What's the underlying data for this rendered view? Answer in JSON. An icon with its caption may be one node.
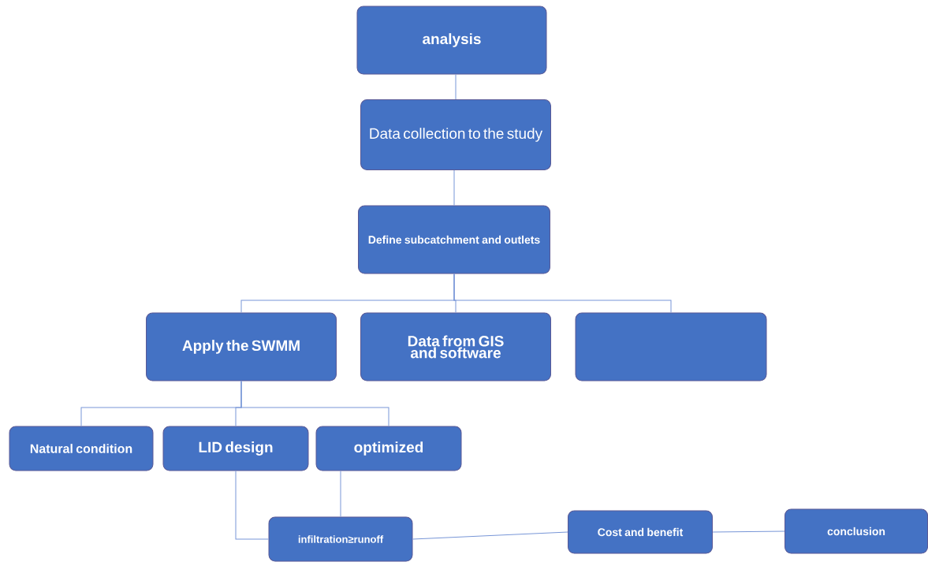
{
  "diagram": {
    "nodes": [
      {
        "text": [
          "analysis"
        ]
      },
      {
        "text": [
          "Data collection to the study"
        ]
      },
      {
        "text": [
          "Define subcatchment and outlets"
        ]
      },
      {
        "text": [
          "Apply the SWMM"
        ]
      },
      {
        "text": [
          "Data from GIS and software"
        ]
      },
      {
        "text": [],
        "shape": "box"
      },
      {
        "text": [
          "Natural condition"
        ]
      },
      {
        "text": [
          "LID design"
        ]
      },
      {
        "text": [
          "optimized"
        ]
      },
      {
        "text": [
          "infiltration≥runoff"
        ]
      },
      {
        "text": [
          "Cost and benefit"
        ]
      },
      {
        "text": [
          "conclusion"
        ]
      }
    ],
    "edges": [
      {
        "from": 0,
        "to": 1,
        "arrow": "none"
      },
      {
        "from": 1,
        "to": 2,
        "arrow": "none"
      },
      {
        "from": 2,
        "to": 3,
        "arrow": "none"
      },
      {
        "from": 2,
        "to": 4,
        "arrow": "none"
      },
      {
        "from": 2,
        "to": 5,
        "arrow": "none"
      },
      {
        "from": 3,
        "to": 6,
        "arrow": "none"
      },
      {
        "from": 3,
        "to": 7,
        "arrow": "none"
      },
      {
        "from": 3,
        "to": 8,
        "arrow": "none"
      },
      {
        "from": 7,
        "to": 9,
        "arrow": "none"
      },
      {
        "from": 8,
        "to": 9,
        "arrow": "none"
      },
      {
        "from": 9,
        "to": 10,
        "arrow": "none"
      },
      {
        "from": 10,
        "to": 11,
        "arrow": "none"
      }
    ]
  }
}
